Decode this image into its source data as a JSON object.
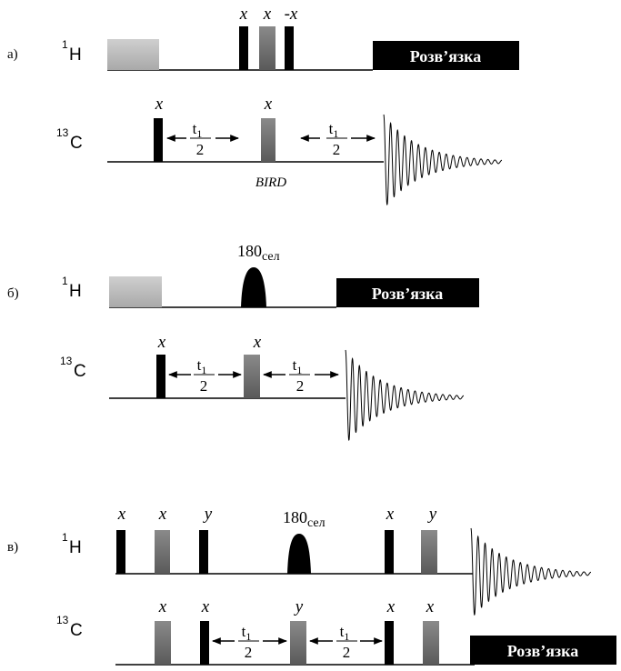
{
  "colors": {
    "ink": "#000000",
    "pulse_gray": "#6e6e6e",
    "presat_light": "#bdbdbd",
    "decouple_bg": "#000000",
    "decouple_text": "#ffffff"
  },
  "shared": {
    "label_1H_sup": "1",
    "label_1H_elem": "H",
    "label_13C_sup": "13",
    "label_13C_elem": "C",
    "t1_main": "t",
    "t1_sub": "1",
    "half_den": "2",
    "decoupling": "Розв’язка",
    "sel_main": "180",
    "sel_sub": "сел"
  },
  "panel_a": {
    "letter": "а)",
    "h_phase_1": "x",
    "h_phase_2": "x",
    "h_phase_3": "-x",
    "c_phase_1": "x",
    "c_phase_2": "x",
    "bird": "BIRD"
  },
  "panel_b": {
    "letter": "б)",
    "c_phase_1": "x",
    "c_phase_2": "x"
  },
  "panel_c": {
    "letter": "в)",
    "h_phase_1": "x",
    "h_phase_2": "x",
    "h_phase_3": "y",
    "h_phase_4": "x",
    "h_phase_5": "y",
    "c_phase_1": "x",
    "c_phase_2": "x",
    "c_phase_3": "y",
    "c_phase_4": "x",
    "c_phase_5": "x"
  }
}
